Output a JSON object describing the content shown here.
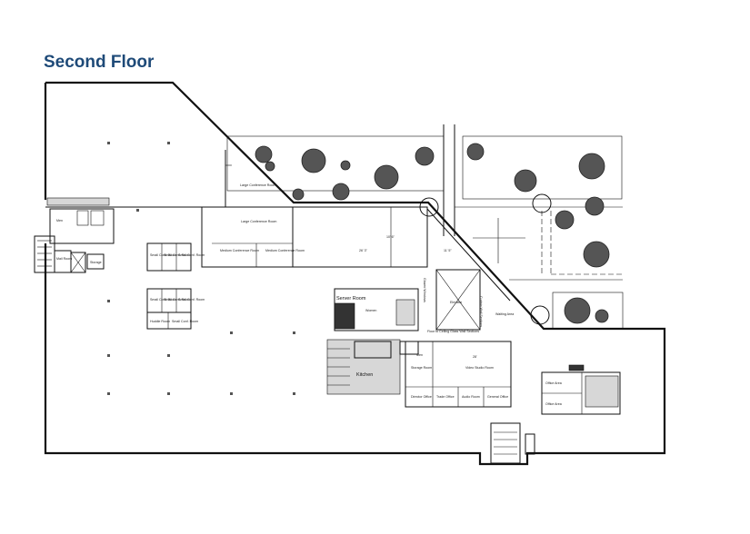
{
  "page": {
    "title": "Second Floor",
    "accent_color": "#1e4a78"
  },
  "rooms": {
    "large_conference_a": "Large Conference Room",
    "large_conference_b": "Large Conference Room",
    "medium_conference": "Medium Conference Room",
    "medium_conference_2": "Medium Conference Room",
    "men_top": "Men",
    "mail_room": "Mail Room",
    "storage": "Storage",
    "small_conf_1": "Small Conf. Room",
    "small_conf_2": "Small Conf. Room",
    "small_conf_3": "Small Conf. Room",
    "small_conf_4": "Small Conf. Room",
    "small_conf_5": "Small Conf. Room",
    "small_conf_6": "Small Conf. Room",
    "huddle_room": "Huddle Room",
    "small_conf_7": "Small Conf. Room",
    "server_room": "Server Room",
    "women": "Women",
    "men_mid": "Men",
    "kitchen": "Kitchen",
    "elevator": "Elevator",
    "waiting_area": "Waiting Area",
    "storage_room": "Storage Room",
    "video_studio": "Video Studio Room",
    "director_office": "Director Office",
    "trade_office": "Trade Office",
    "audio_room": "Audio Room",
    "general_office": "General Office",
    "office_area_1": "Office Area",
    "office_area_2": "Office Area",
    "dim_1": "26' 3\"",
    "dim_2": "10' 6\"",
    "dim_3": "11' 5\"",
    "dim_4": "28'",
    "glass_note": "Floor to Ceiling Glass Wall Sections",
    "glazed_note": "Glazed Windows",
    "curtain_note": "Curtain Wall Sections"
  }
}
